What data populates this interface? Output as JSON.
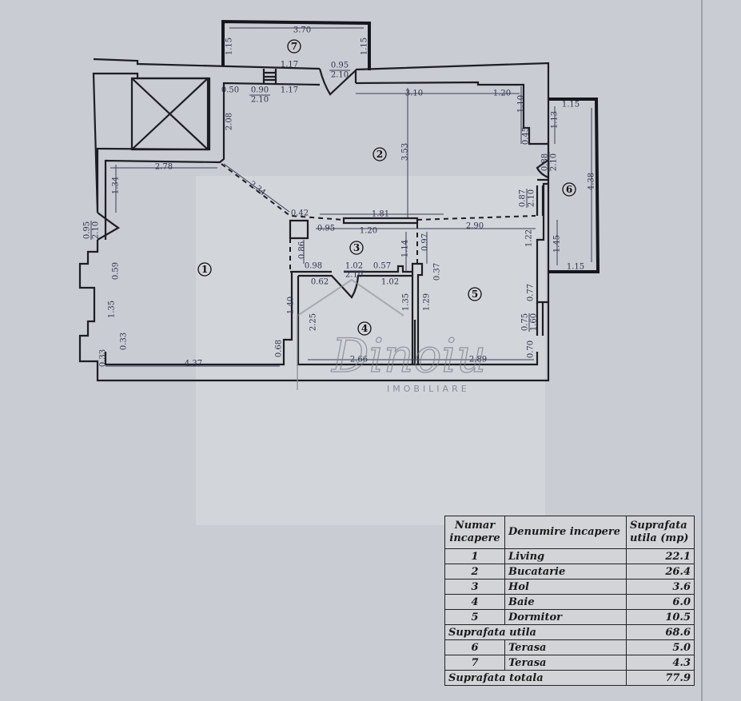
{
  "plan": {
    "room_numbers": [
      "1",
      "2",
      "3",
      "4",
      "5",
      "6",
      "7"
    ],
    "dims": [
      "3.70",
      "1.15",
      "1.15",
      "1.17",
      "0.95",
      "2.10",
      "0.50",
      "0.90",
      "2.10",
      "1.17",
      "2.08",
      "3.10",
      "1.20",
      "1.10",
      "0.45",
      "1.15",
      "1.13",
      "0.88",
      "2.10",
      "4.38",
      "3.53",
      "2.78",
      "1.34",
      "2.34",
      "0.42",
      "1.81",
      "0.95",
      "1.20",
      "2.90",
      "0.87",
      "2.10",
      "1.22",
      "1.45",
      "1.15",
      "0.95",
      "2.10",
      "0.86",
      "1.14",
      "0.97",
      "0.98",
      "1.02",
      "2.10",
      "0.57",
      "0.37",
      "0.62",
      "1.02",
      "0.59",
      "1.35",
      "1.29",
      "2.25",
      "1.40",
      "1.35",
      "0.77",
      "0.75",
      "1.60",
      "0.33",
      "0.68",
      "0.70",
      "4.37",
      "0.33",
      "2.66",
      "2.89"
    ]
  },
  "watermark": {
    "brand": "Dinoiu",
    "subtitle": "IMOBILIARE"
  },
  "table": {
    "headers": [
      "Numar incapere",
      "Denumire incapere",
      "Suprafata utila (mp)"
    ],
    "rows": [
      {
        "num": "1",
        "name": "Living",
        "area": "22.1"
      },
      {
        "num": "2",
        "name": "Bucatarie",
        "area": "26.4"
      },
      {
        "num": "3",
        "name": "Hol",
        "area": "3.6"
      },
      {
        "num": "4",
        "name": "Baie",
        "area": "6.0"
      },
      {
        "num": "5",
        "name": "Dormitor",
        "area": "10.5"
      }
    ],
    "subtotal_label": "Suprafata utila",
    "subtotal_value": "68.6",
    "terraces": [
      {
        "num": "6",
        "name": "Terasa",
        "area": "5.0"
      },
      {
        "num": "7",
        "name": "Terasa",
        "area": "4.3"
      }
    ],
    "total_label": "Suprafata totala",
    "total_value": "77.9"
  }
}
